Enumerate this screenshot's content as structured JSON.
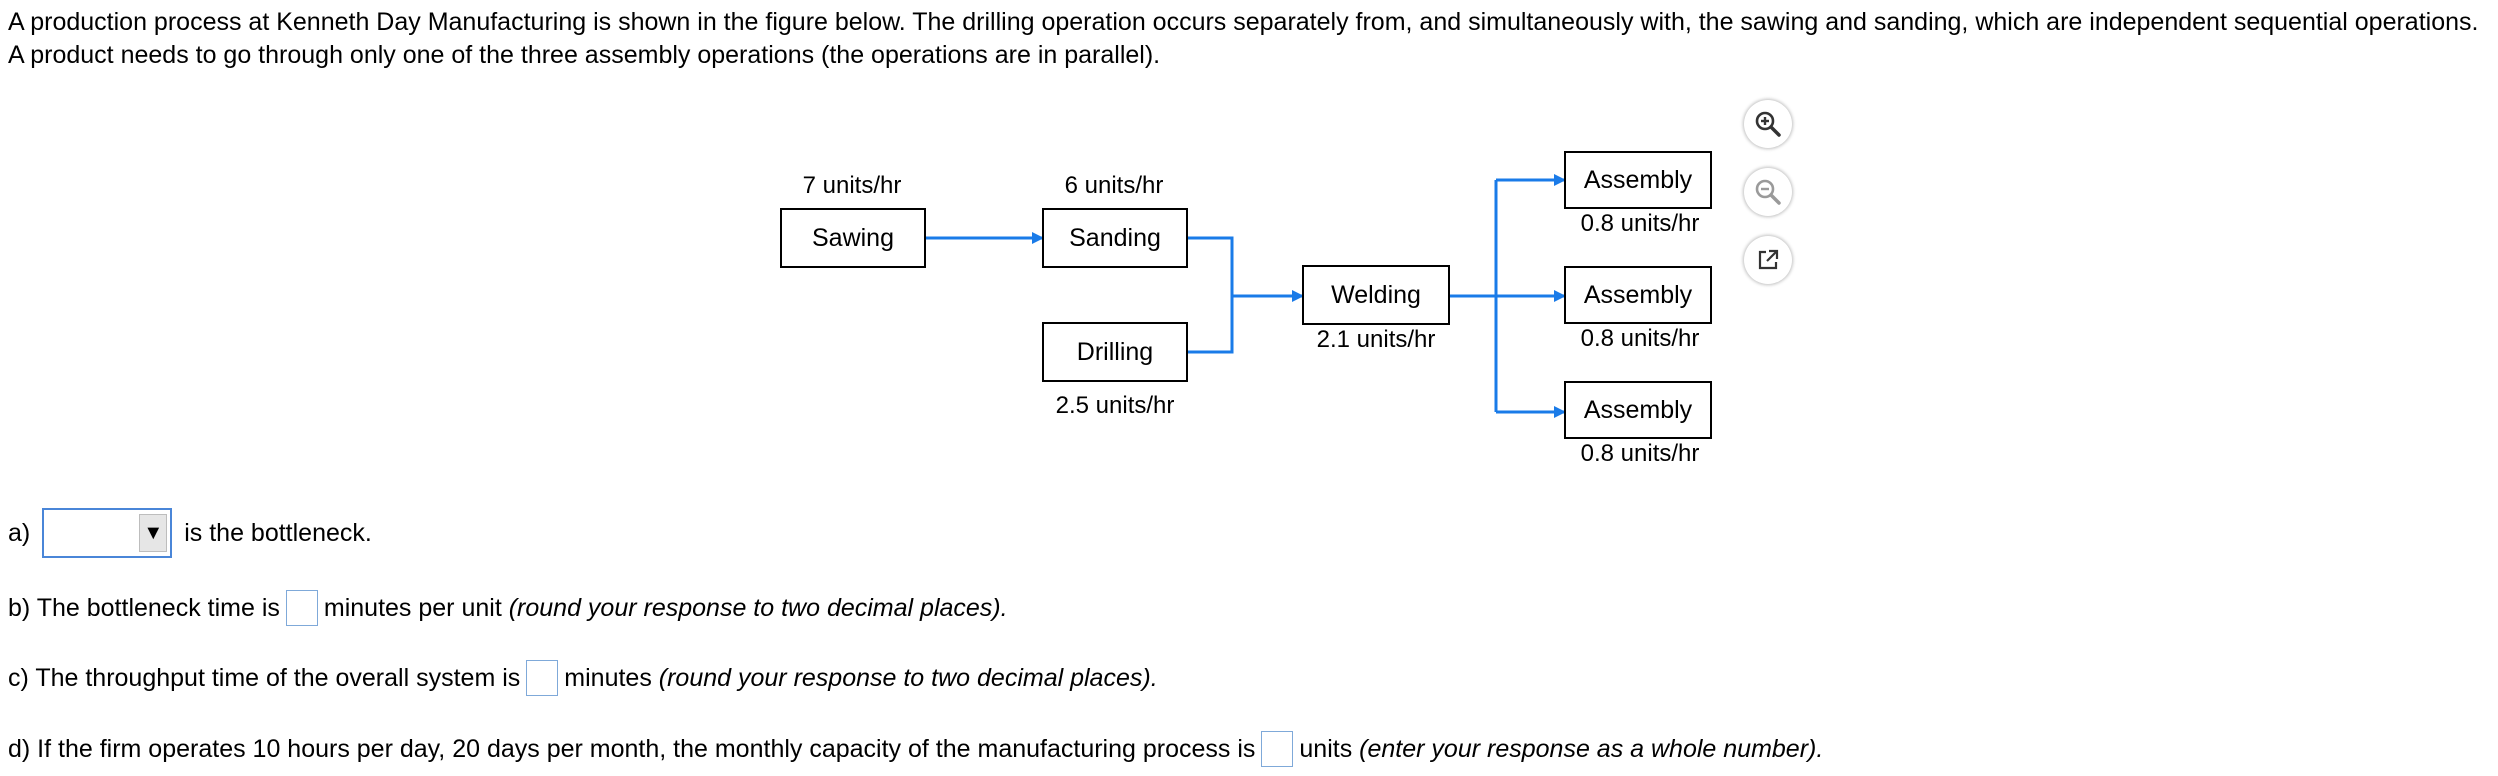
{
  "intro": "A production process at Kenneth Day Manufacturing is shown in the figure below. The drilling operation occurs separately from, and simultaneously with, the sawing and sanding, which are independent sequential operations. A product needs to go through only one of the three assembly operations (the operations are in parallel).",
  "diagram": {
    "sawing": {
      "label": "Sawing",
      "rate": "7 units/hr"
    },
    "sanding": {
      "label": "Sanding",
      "rate": "6 units/hr"
    },
    "drilling": {
      "label": "Drilling",
      "rate": "2.5 units/hr"
    },
    "welding": {
      "label": "Welding",
      "rate": "2.1 units/hr"
    },
    "assembly": [
      {
        "label": "Assembly",
        "rate": "0.8 units/hr"
      },
      {
        "label": "Assembly",
        "rate": "0.8 units/hr"
      },
      {
        "label": "Assembly",
        "rate": "0.8 units/hr"
      }
    ],
    "line_color": "#1a7be8"
  },
  "tools": [
    "zoom-in-icon",
    "zoom-out-icon",
    "popout-icon"
  ],
  "questions": {
    "a": {
      "prefix": "a)",
      "dropdown_value": "",
      "dropdown_arrow": "▼",
      "suffix": "is the bottleneck."
    },
    "b": {
      "prefix": "b) The bottleneck time is",
      "suffix": "minutes per unit",
      "note": "(round your response to two decimal places)."
    },
    "c": {
      "prefix": "c) The throughput time of the overall system is",
      "suffix": "minutes",
      "note": "(round your response to two decimal places)."
    },
    "d": {
      "prefix": "d) If the firm operates 10 hours per day, 20 days per month, the monthly capacity of the manufacturing process is",
      "suffix": "units",
      "note": "(enter your response as a whole number)."
    }
  }
}
